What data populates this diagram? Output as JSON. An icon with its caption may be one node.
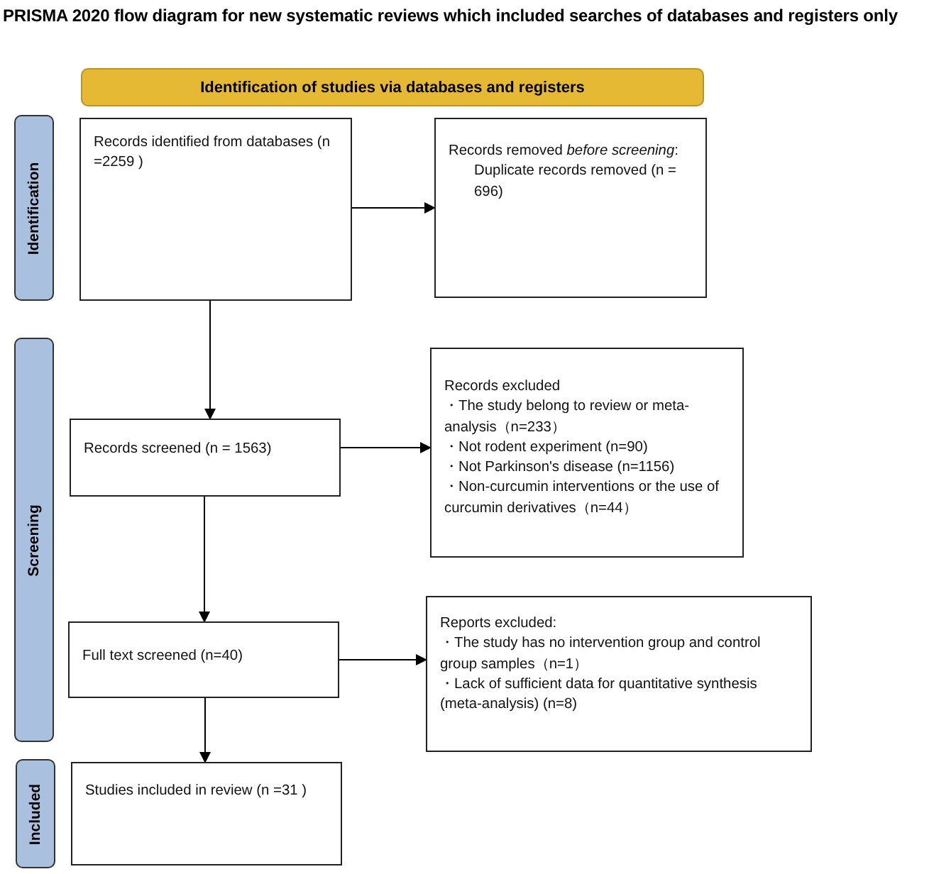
{
  "diagram": {
    "title": "PRISMA 2020 flow diagram for new systematic reviews which included searches of databases and registers only",
    "nodes": [
      {
        "text": [
          "Identification of studies via databases and registers"
        ]
      },
      {
        "text": [
          "Identification"
        ]
      },
      {
        "text": [
          "Screening"
        ]
      },
      {
        "text": [
          "Included"
        ]
      },
      {
        "text": [
          "Records identified from databases (n =2259 )"
        ]
      },
      {
        "text": [
          "Records removed *before screening*:",
          "Duplicate records removed (n = 696)"
        ]
      },
      {
        "text": [
          "Records screened (n = 1563)"
        ]
      },
      {
        "text": [
          "Records excluded",
          "・The study belong to review or meta-analysis（n=233）",
          "・Not rodent experiment (n=90)",
          "・Not Parkinson's disease (n=1156)",
          "・Non-curcumin interventions or the use of curcumin derivatives（n=44）"
        ]
      },
      {
        "text": [
          "Full text screened (n=40)"
        ]
      },
      {
        "text": [
          "Reports excluded:",
          "・The study has no intervention group and control group samples（n=1）",
          "・Lack of sufficient data for quantitative synthesis (meta-analysis) (n=8)"
        ]
      },
      {
        "text": [
          "Studies included in review (n =31 )"
        ]
      }
    ],
    "edges": [
      {
        "from": 4,
        "to": 5,
        "arrow": "to"
      },
      {
        "from": 4,
        "to": 6,
        "arrow": "to"
      },
      {
        "from": 6,
        "to": 7,
        "arrow": "to"
      },
      {
        "from": 6,
        "to": 8,
        "arrow": "to"
      },
      {
        "from": 8,
        "to": 9,
        "arrow": "to"
      },
      {
        "from": 8,
        "to": 10,
        "arrow": "to"
      }
    ]
  }
}
